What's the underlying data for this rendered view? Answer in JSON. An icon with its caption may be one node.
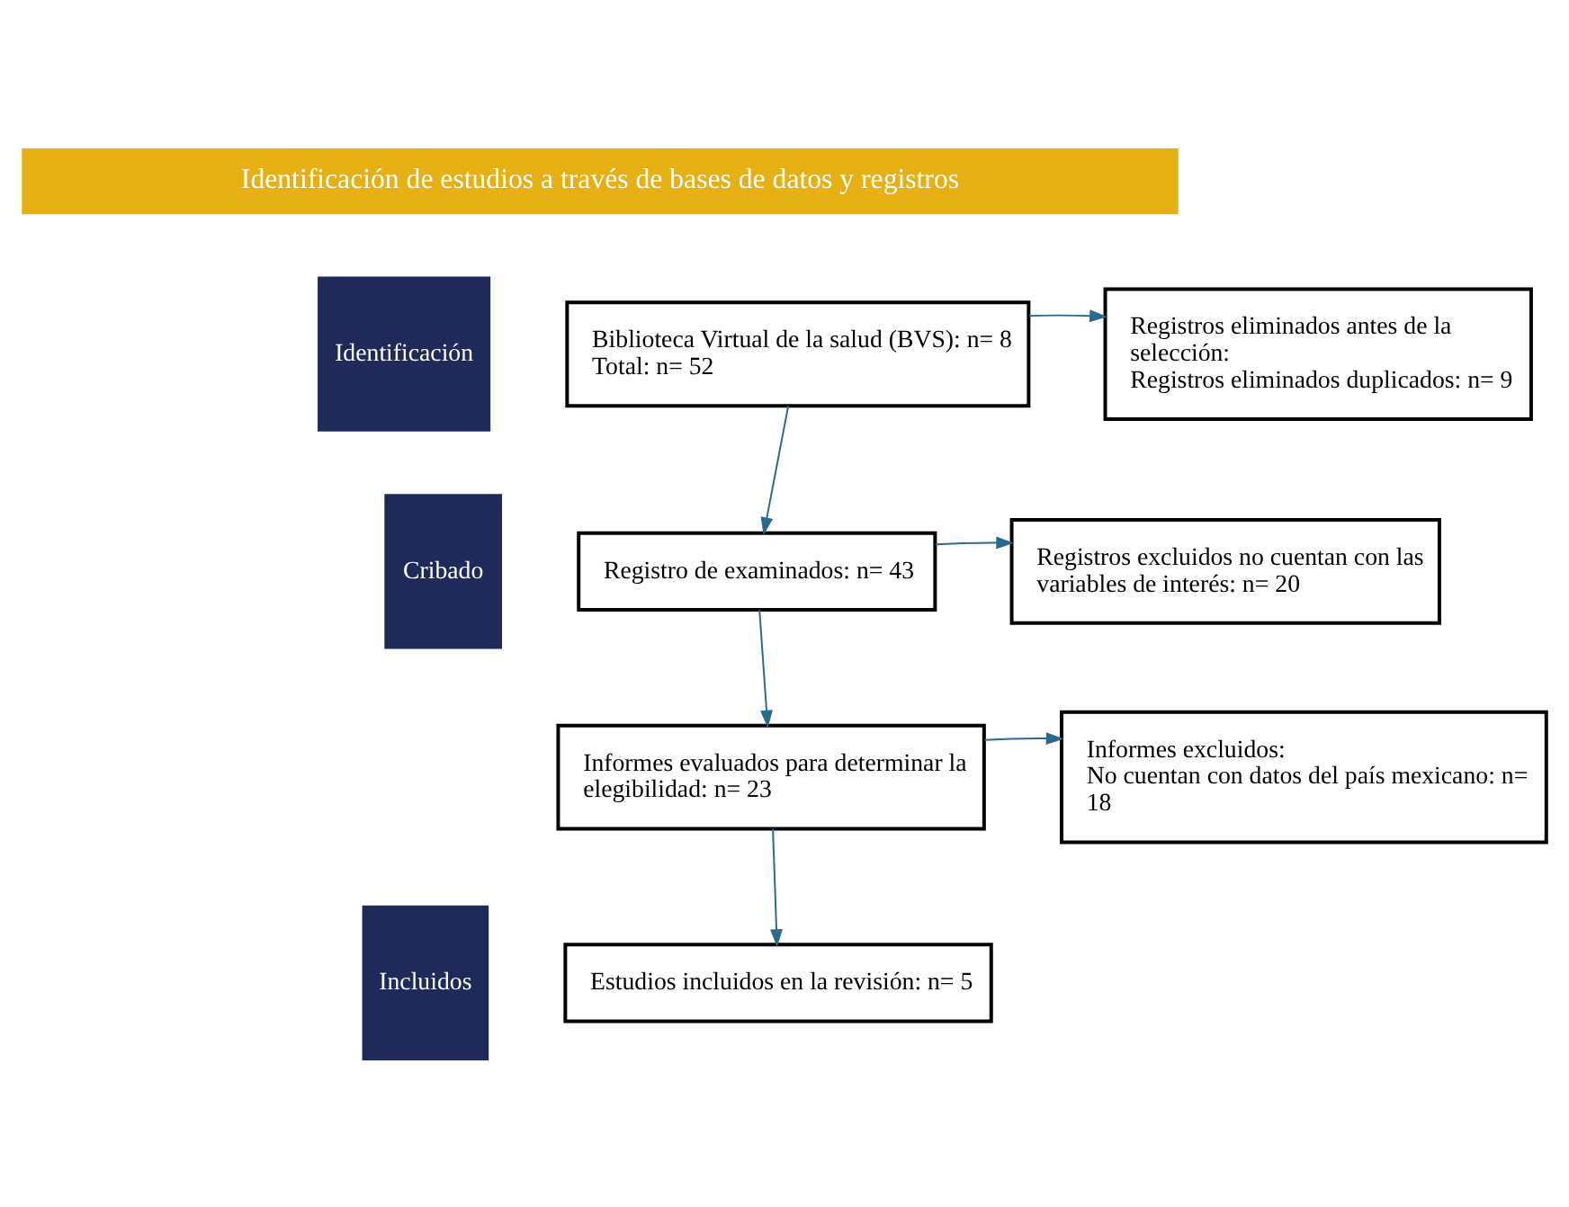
{
  "diagram": {
    "nodes": [
      {
        "text": [
          "Identificación de estudios a través de bases de datos y registros"
        ]
      },
      {
        "text": [
          "Identificación"
        ]
      },
      {
        "text": [
          "Cribado"
        ]
      },
      {
        "text": [
          "Incluidos"
        ]
      },
      {
        "text": [
          "Biblioteca Virtual de la salud (BVS): n= 8",
          "Total: n= 52"
        ]
      },
      {
        "text": [
          "Registros eliminados antes de la selección:",
          "Registros eliminados duplicados: n= 9"
        ]
      },
      {
        "text": [
          "Registro de examinados: n= 43"
        ]
      },
      {
        "text": [
          "Registros excluidos no cuentan con las variables de interés: n= 20"
        ]
      },
      {
        "text": [
          "Informes evaluados para determinar la elegibilidad: n= 23"
        ]
      },
      {
        "text": [
          "Informes excluidos:",
          "No cuentan con datos del país mexicano: n= 18"
        ]
      },
      {
        "text": [
          "Estudios incluidos en la revisión: n= 5"
        ]
      }
    ],
    "edges": [
      {
        "from": 4,
        "to": 5,
        "arrow": "to"
      },
      {
        "from": 4,
        "to": 6,
        "arrow": "to"
      },
      {
        "from": 6,
        "to": 7,
        "arrow": "to"
      },
      {
        "from": 6,
        "to": 8,
        "arrow": "to"
      },
      {
        "from": 8,
        "to": 9,
        "arrow": "to"
      },
      {
        "from": 8,
        "to": 10,
        "arrow": "to"
      }
    ]
  }
}
